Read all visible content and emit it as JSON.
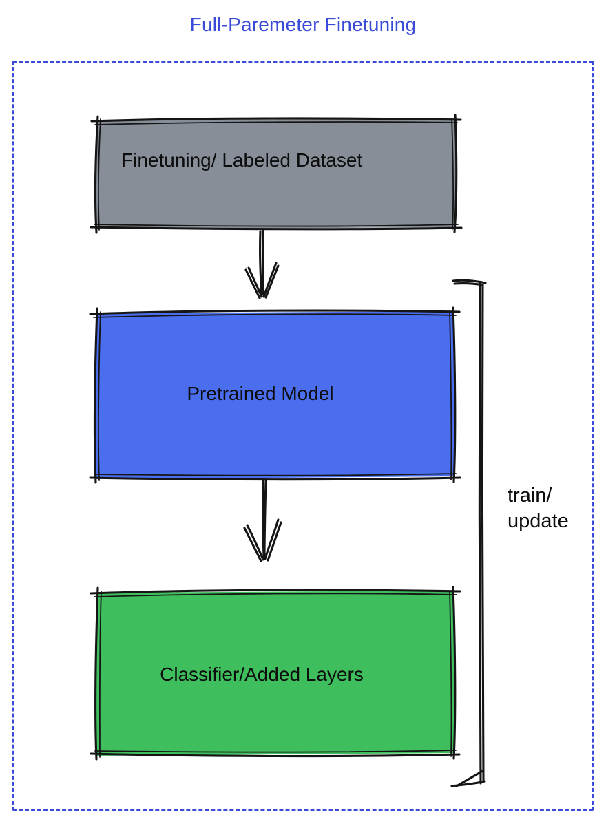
{
  "title": {
    "text": "Full-Paremeter Finetuning",
    "color": "#3A4BD7"
  },
  "frame": {
    "style": "dotted",
    "border_color": "#3A4BD7"
  },
  "boxes": [
    {
      "id": "finetuning-dataset",
      "label": "Finetuning/ Labeled Dataset",
      "fill": "#878E98"
    },
    {
      "id": "pretrained-model",
      "label": "Pretrained Model",
      "fill": "#4A6EEE"
    },
    {
      "id": "classifier-added-layers",
      "label": "Classifier/Added Layers",
      "fill": "#3EBE5C"
    }
  ],
  "connectors": [
    {
      "id": "arrow-dataset-to-model",
      "type": "down-arrow"
    },
    {
      "id": "arrow-model-to-classifier",
      "type": "down-arrow"
    },
    {
      "id": "train-update-bracket",
      "type": "bracket"
    }
  ],
  "annotations": {
    "train_update": "train/\nupdate"
  },
  "ink_color": "#151515"
}
